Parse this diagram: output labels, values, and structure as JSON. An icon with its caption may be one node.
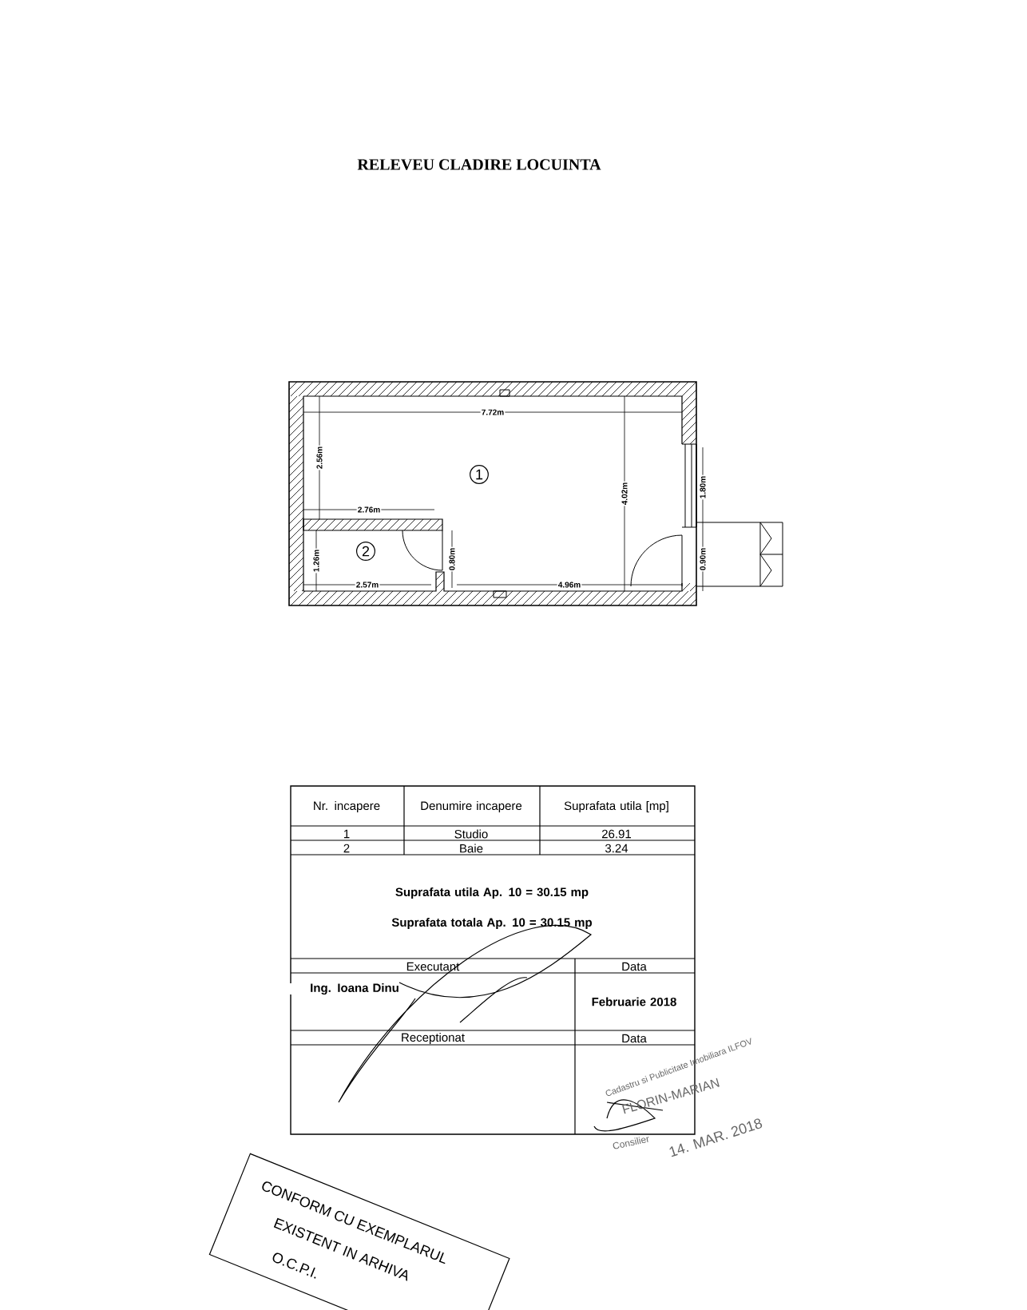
{
  "diagram": {
    "title": "RELEVEU CLADIRE LOCUINTA",
    "nodes": [
      {
        "text": [
          "1"
        ]
      },
      {
        "text": [
          "2"
        ]
      }
    ],
    "edges": [],
    "labels": [
      "7.72m",
      "2.56m",
      "4.02m",
      "1.80m",
      "2.76m",
      "1.26m",
      "0.80m",
      "0.90m",
      "2.57m",
      "4.96m",
      "Nr. incapere",
      "Denumire incapere",
      "Suprafata utila [mp]",
      "1",
      "Studio",
      "26.91",
      "2",
      "Baie",
      "3.24",
      "Suprafata utila Ap. 10 = 30.15 mp",
      "Suprafata totala Ap. 10 = 30.15 mp",
      "Executant",
      "Data",
      "Ing. Ioana Dinu",
      "Februarie 2018",
      "Receptionat",
      "Data",
      "Cadastru si Publicitate Imobiliara ILFOV",
      "FLORIN-MARIAN",
      "Consilier",
      "14. MAR. 2018",
      "CONFORM CU EXEMPLARUL",
      "EXISTENT IN ARHIVA",
      "O.C.P.I."
    ]
  }
}
